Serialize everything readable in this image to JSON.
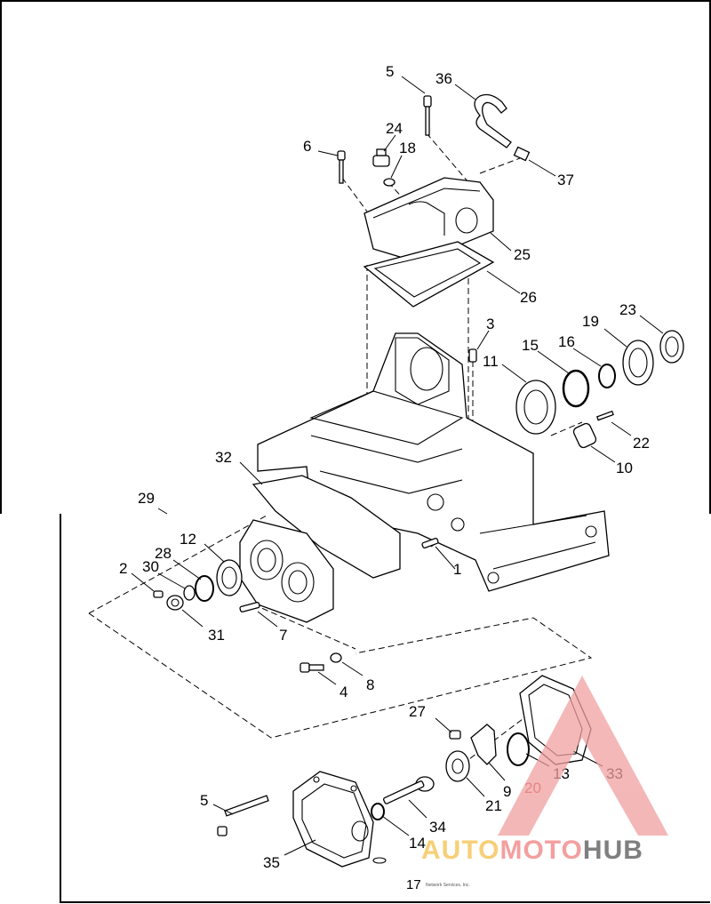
{
  "callouts": [
    {
      "id": "c5a",
      "text": "5"
    },
    {
      "id": "c36",
      "text": "36"
    },
    {
      "id": "c24",
      "text": "24"
    },
    {
      "id": "c18",
      "text": "18"
    },
    {
      "id": "c6",
      "text": "6"
    },
    {
      "id": "c37",
      "text": "37"
    },
    {
      "id": "c25",
      "text": "25"
    },
    {
      "id": "c26",
      "text": "26"
    },
    {
      "id": "c3",
      "text": "3"
    },
    {
      "id": "c19",
      "text": "19"
    },
    {
      "id": "c23",
      "text": "23"
    },
    {
      "id": "c15",
      "text": "15"
    },
    {
      "id": "c16",
      "text": "16"
    },
    {
      "id": "c11",
      "text": "11"
    },
    {
      "id": "c22",
      "text": "22"
    },
    {
      "id": "c10",
      "text": "10"
    },
    {
      "id": "c32",
      "text": "32"
    },
    {
      "id": "c29",
      "text": "29"
    },
    {
      "id": "c28",
      "text": "28"
    },
    {
      "id": "c12",
      "text": "12"
    },
    {
      "id": "c30",
      "text": "30"
    },
    {
      "id": "c2",
      "text": "2"
    },
    {
      "id": "c1",
      "text": "1"
    },
    {
      "id": "c31",
      "text": "31"
    },
    {
      "id": "c7",
      "text": "7"
    },
    {
      "id": "c8",
      "text": "8"
    },
    {
      "id": "c4",
      "text": "4"
    },
    {
      "id": "c27",
      "text": "27"
    },
    {
      "id": "c13",
      "text": "13"
    },
    {
      "id": "c33",
      "text": "33"
    },
    {
      "id": "c20",
      "text": "20"
    },
    {
      "id": "c9",
      "text": "9"
    },
    {
      "id": "c21",
      "text": "21"
    },
    {
      "id": "c5b",
      "text": "5"
    },
    {
      "id": "c34",
      "text": "34"
    },
    {
      "id": "c14",
      "text": "14"
    },
    {
      "id": "c35",
      "text": "35"
    }
  ],
  "footer": {
    "page_number": "17",
    "credit": "Network Services, Inc."
  },
  "watermark": {
    "part1": "AUTO",
    "part2": "MOTO",
    "part3": "HUB",
    "color_auto": "#f5c04a",
    "color_moto": "#f08080",
    "color_hub": "#555555",
    "triangle_color": "#f0a0a0"
  }
}
